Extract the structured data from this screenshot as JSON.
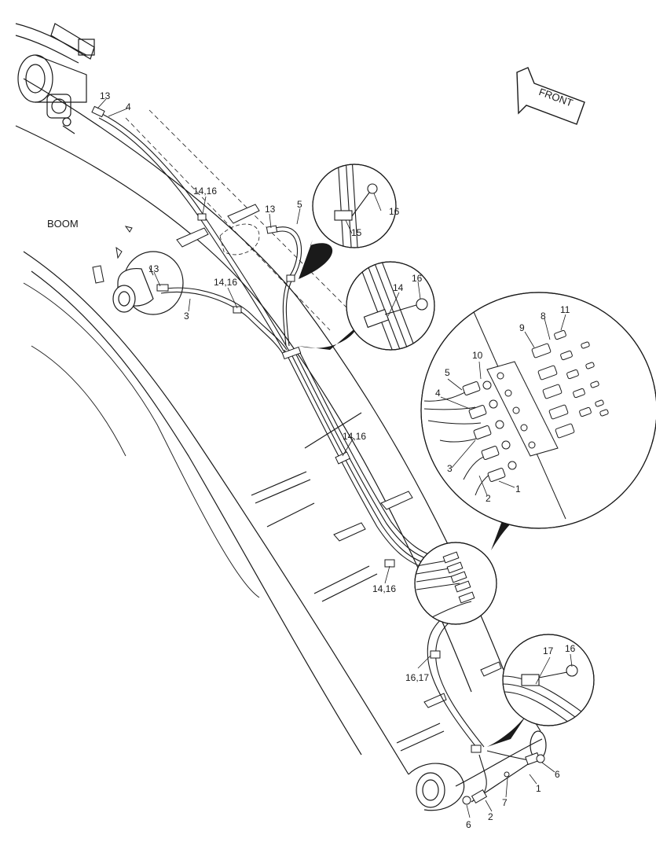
{
  "diagram": {
    "part_label": "BOOM",
    "direction_label": "FRONT",
    "colors": {
      "ink": "#1a1a1a",
      "paper": "#ffffff",
      "detail_bg": "#ffffff"
    },
    "callouts": [
      {
        "id": "c-13-a",
        "text": "13"
      },
      {
        "id": "c-4-a",
        "text": "4"
      },
      {
        "id": "c-1416-a",
        "text": "14,16"
      },
      {
        "id": "c-13-b",
        "text": "13"
      },
      {
        "id": "c-5-a",
        "text": "5"
      },
      {
        "id": "c-13-c",
        "text": "13"
      },
      {
        "id": "c-3-a",
        "text": "3"
      },
      {
        "id": "c-1416-b",
        "text": "14,16"
      },
      {
        "id": "c-16-a",
        "text": "16"
      },
      {
        "id": "c-15-a",
        "text": "15"
      },
      {
        "id": "c-14-a",
        "text": "14"
      },
      {
        "id": "c-16-b",
        "text": "16"
      },
      {
        "id": "c-11",
        "text": "11"
      },
      {
        "id": "c-8",
        "text": "8"
      },
      {
        "id": "c-9",
        "text": "9"
      },
      {
        "id": "c-10",
        "text": "10"
      },
      {
        "id": "c-5-b",
        "text": "5"
      },
      {
        "id": "c-4-b",
        "text": "4"
      },
      {
        "id": "c-3-b",
        "text": "3"
      },
      {
        "id": "c-2-a",
        "text": "2"
      },
      {
        "id": "c-1-a",
        "text": "1"
      },
      {
        "id": "c-1416-c",
        "text": "14,16"
      },
      {
        "id": "c-1416-d",
        "text": "14,16"
      },
      {
        "id": "c-17",
        "text": "17"
      },
      {
        "id": "c-16-c",
        "text": "16"
      },
      {
        "id": "c-1617",
        "text": "16,17"
      },
      {
        "id": "c-6-a",
        "text": "6"
      },
      {
        "id": "c-1-b",
        "text": "1"
      },
      {
        "id": "c-7",
        "text": "7"
      },
      {
        "id": "c-6-b",
        "text": "6"
      },
      {
        "id": "c-2-b",
        "text": "2"
      }
    ]
  }
}
